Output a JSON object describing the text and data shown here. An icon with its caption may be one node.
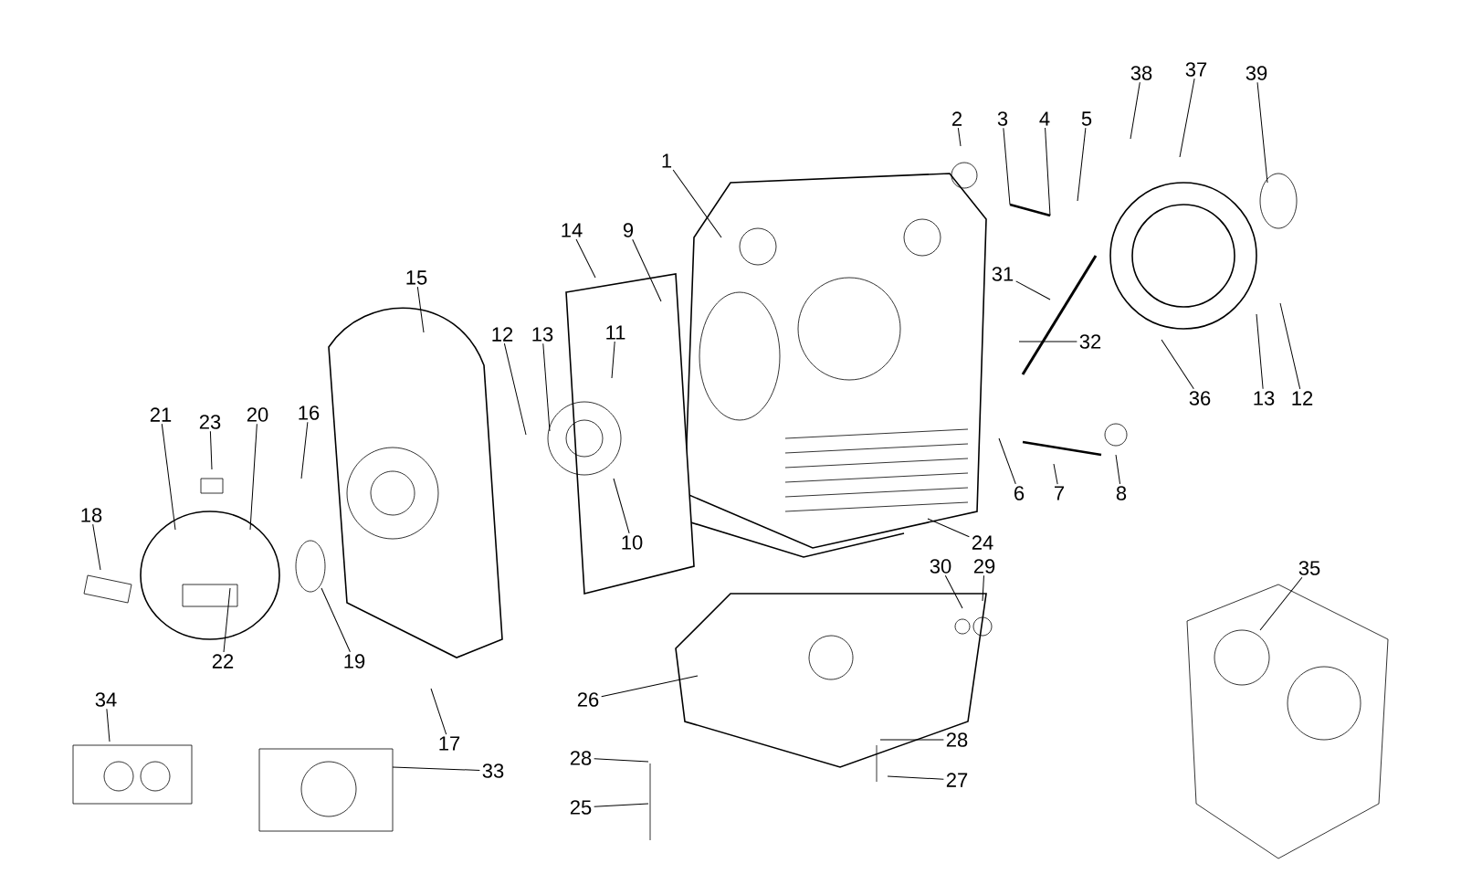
{
  "diagram": {
    "nodes": [
      {
        "text": [
          "38"
        ]
      },
      {
        "text": [
          "37"
        ]
      },
      {
        "text": [
          "39"
        ]
      },
      {
        "text": [
          "2"
        ]
      },
      {
        "text": [
          "3"
        ]
      },
      {
        "text": [
          "4"
        ]
      },
      {
        "text": [
          "5"
        ]
      },
      {
        "text": [
          "1"
        ]
      },
      {
        "text": [
          "14"
        ]
      },
      {
        "text": [
          "9"
        ]
      },
      {
        "text": [
          "31"
        ]
      },
      {
        "text": [
          "15"
        ]
      },
      {
        "text": [
          "11"
        ]
      },
      {
        "text": [
          "12"
        ]
      },
      {
        "text": [
          "13"
        ]
      },
      {
        "text": [
          "32"
        ]
      },
      {
        "text": [
          "36"
        ]
      },
      {
        "text": [
          "13"
        ]
      },
      {
        "text": [
          "12"
        ]
      },
      {
        "text": [
          "21"
        ]
      },
      {
        "text": [
          "23"
        ]
      },
      {
        "text": [
          "20"
        ]
      },
      {
        "text": [
          "16"
        ]
      },
      {
        "text": [
          "18"
        ]
      },
      {
        "text": [
          "6"
        ]
      },
      {
        "text": [
          "7"
        ]
      },
      {
        "text": [
          "8"
        ]
      },
      {
        "text": [
          "10"
        ]
      },
      {
        "text": [
          "24"
        ]
      },
      {
        "text": [
          "30"
        ]
      },
      {
        "text": [
          "29"
        ]
      },
      {
        "text": [
          "35"
        ]
      },
      {
        "text": [
          "22"
        ]
      },
      {
        "text": [
          "19"
        ]
      },
      {
        "text": [
          "26"
        ]
      },
      {
        "text": [
          "34"
        ]
      },
      {
        "text": [
          "28"
        ]
      },
      {
        "text": [
          "17"
        ]
      },
      {
        "text": [
          "28"
        ]
      },
      {
        "text": [
          "33"
        ]
      },
      {
        "text": [
          "27"
        ]
      },
      {
        "text": [
          "25"
        ]
      }
    ],
    "edges": [
      {
        "from": 0,
        "to": null,
        "arrow": "none"
      },
      {
        "from": 1,
        "to": null,
        "arrow": "none"
      },
      {
        "from": 2,
        "to": null,
        "arrow": "none"
      },
      {
        "from": 3,
        "to": null,
        "arrow": "none"
      },
      {
        "from": 4,
        "to": null,
        "arrow": "none"
      },
      {
        "from": 5,
        "to": null,
        "arrow": "none"
      },
      {
        "from": 6,
        "to": null,
        "arrow": "none"
      },
      {
        "from": 7,
        "to": null,
        "arrow": "none"
      },
      {
        "from": 8,
        "to": null,
        "arrow": "none"
      },
      {
        "from": 9,
        "to": null,
        "arrow": "none"
      },
      {
        "from": 10,
        "to": null,
        "arrow": "none"
      },
      {
        "from": 11,
        "to": null,
        "arrow": "none"
      },
      {
        "from": 12,
        "to": null,
        "arrow": "none"
      },
      {
        "from": 13,
        "to": null,
        "arrow": "none"
      },
      {
        "from": 14,
        "to": null,
        "arrow": "none"
      },
      {
        "from": 15,
        "to": null,
        "arrow": "none"
      },
      {
        "from": 16,
        "to": null,
        "arrow": "none"
      },
      {
        "from": 17,
        "to": null,
        "arrow": "none"
      },
      {
        "from": 18,
        "to": null,
        "arrow": "none"
      },
      {
        "from": 19,
        "to": null,
        "arrow": "none"
      },
      {
        "from": 20,
        "to": null,
        "arrow": "none"
      },
      {
        "from": 21,
        "to": null,
        "arrow": "none"
      },
      {
        "from": 22,
        "to": null,
        "arrow": "none"
      },
      {
        "from": 23,
        "to": null,
        "arrow": "none"
      },
      {
        "from": 24,
        "to": null,
        "arrow": "none"
      },
      {
        "from": 25,
        "to": null,
        "arrow": "none"
      },
      {
        "from": 26,
        "to": null,
        "arrow": "none"
      },
      {
        "from": 27,
        "to": null,
        "arrow": "none"
      },
      {
        "from": 28,
        "to": null,
        "arrow": "none"
      },
      {
        "from": 29,
        "to": null,
        "arrow": "none"
      },
      {
        "from": 30,
        "to": null,
        "arrow": "none"
      },
      {
        "from": 31,
        "to": null,
        "arrow": "none"
      },
      {
        "from": 32,
        "to": null,
        "arrow": "none"
      },
      {
        "from": 33,
        "to": null,
        "arrow": "none"
      },
      {
        "from": 34,
        "to": null,
        "arrow": "none"
      },
      {
        "from": 35,
        "to": null,
        "arrow": "none"
      },
      {
        "from": 36,
        "to": null,
        "arrow": "none"
      },
      {
        "from": 37,
        "to": null,
        "arrow": "none"
      },
      {
        "from": 38,
        "to": null,
        "arrow": "none"
      },
      {
        "from": 39,
        "to": null,
        "arrow": "none"
      },
      {
        "from": 40,
        "to": null,
        "arrow": "none"
      },
      {
        "from": 41,
        "to": null,
        "arrow": "none"
      }
    ]
  }
}
